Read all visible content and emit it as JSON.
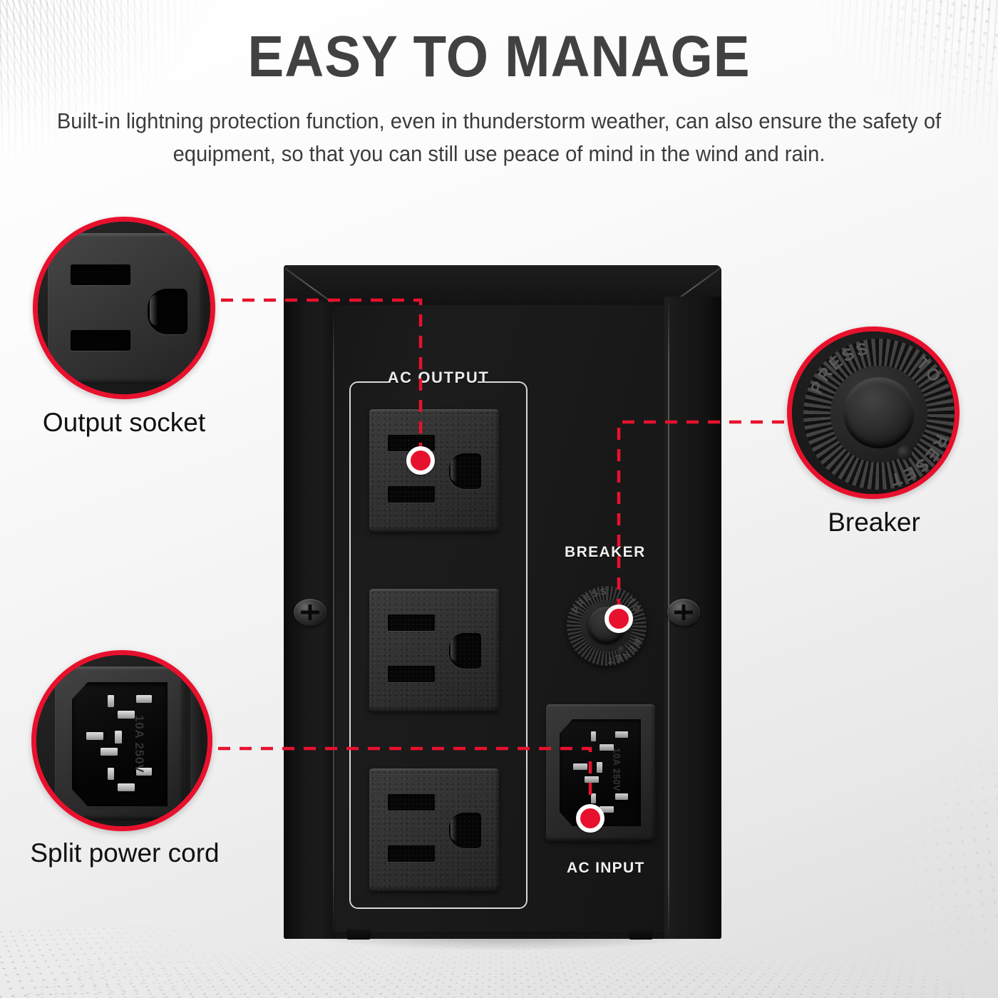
{
  "header": {
    "title": "EASY TO MANAGE",
    "subtitle": "Built-in lightning protection function, even in thunderstorm weather, can also ensure the safety of equipment, so that you can still use peace of mind in the wind and rain."
  },
  "device": {
    "panel_labels": {
      "ac_output": "AC OUTPUT",
      "breaker": "BREAKER",
      "ac_input": "AC INPUT"
    },
    "breaker_knob_text": {
      "press": "PRESS",
      "to": "TO",
      "reset": "RESET"
    },
    "iec_inlet_rating": "10A 250V",
    "outlet_count": 3
  },
  "callouts": [
    {
      "id": "output-socket",
      "label": "Output socket",
      "detail": "NEMA 5-15R three-prong outlet"
    },
    {
      "id": "breaker",
      "label": "Breaker",
      "detail": "PRESS TO RESET circuit breaker button"
    },
    {
      "id": "split-power-cord",
      "label": "Split power cord",
      "detail": "IEC C14 inlet rated 10A 250V"
    }
  ],
  "colors": {
    "accent_red": "#e8112d",
    "title_gray": "#414141",
    "body_text": "#3c3c3c",
    "device_black": "#191919",
    "panel_white": "#eaeaea"
  }
}
